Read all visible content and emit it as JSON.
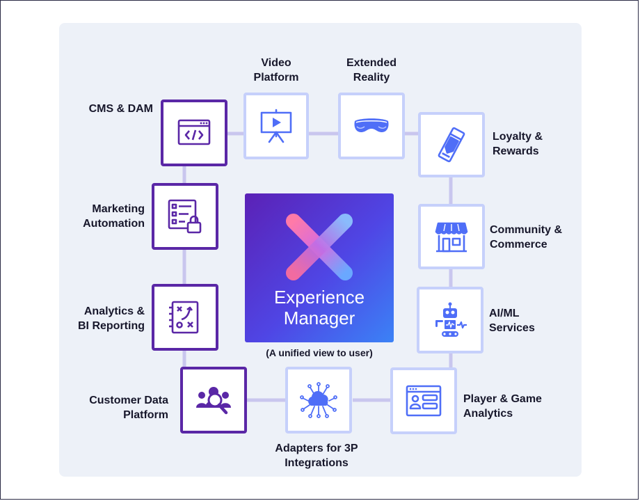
{
  "hub": {
    "title": "Experience\nManager",
    "caption": "(A unified view to user)"
  },
  "nodes": {
    "cms": {
      "label": "CMS & DAM",
      "icon": "code-window-icon",
      "style": "purple"
    },
    "marketing": {
      "label": "Marketing\nAutomation",
      "icon": "form-lock-icon",
      "style": "purple"
    },
    "analytics": {
      "label": "Analytics &\nBI Reporting",
      "icon": "strategy-board-icon",
      "style": "purple"
    },
    "cdp": {
      "label": "Customer Data\nPlatform",
      "icon": "user-search-icon",
      "style": "purple"
    },
    "video": {
      "label": "Video\nPlatform",
      "icon": "presentation-play-icon",
      "style": "blue"
    },
    "xr": {
      "label": "Extended\nReality",
      "icon": "vr-headset-icon",
      "style": "blue"
    },
    "loyalty": {
      "label": "Loyalty &\nRewards",
      "icon": "ticket-icon",
      "style": "blue"
    },
    "community": {
      "label": "Community &\nCommerce",
      "icon": "storefront-icon",
      "style": "blue"
    },
    "aiml": {
      "label": "AI/ML\nServices",
      "icon": "robot-icon",
      "style": "blue"
    },
    "player": {
      "label": "Player & Game\nAnalytics",
      "icon": "dashboard-window-icon",
      "style": "blue"
    },
    "adapters": {
      "label": "Adapters for 3P\nIntegrations",
      "icon": "cloud-network-icon",
      "style": "blue"
    }
  },
  "colors": {
    "purple": "#5a27a6",
    "icon_blue": "#4f6ef7",
    "blue_border": "#c6d0fb",
    "connector": "#c9c6ee",
    "panel": "#edf1f8"
  }
}
